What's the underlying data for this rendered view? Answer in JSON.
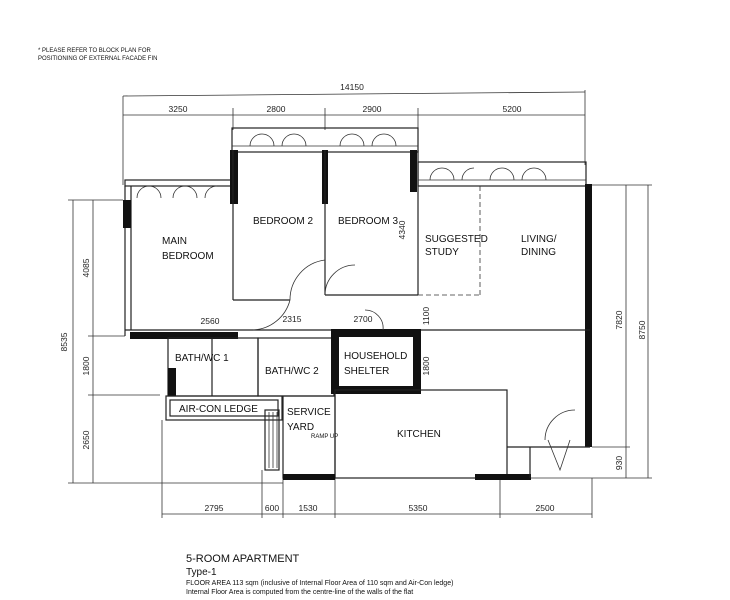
{
  "note": [
    "* PLEASE REFER TO BLOCK PLAN FOR",
    "POSITIONING OF EXTERNAL FACADE FIN"
  ],
  "rooms": {
    "main_bedroom": [
      "MAIN",
      "BEDROOM"
    ],
    "bedroom2": "BEDROOM 2",
    "bedroom3": "BEDROOM 3",
    "study": [
      "SUGGESTED",
      "STUDY"
    ],
    "living": [
      "LIVING/",
      "DINING"
    ],
    "bath1": "BATH/WC 1",
    "bath2": "BATH/WC 2",
    "shelter": [
      "HOUSEHOLD",
      "SHELTER"
    ],
    "aircon": "AIR-CON LEDGE",
    "service": [
      "SERVICE",
      "YARD"
    ],
    "kitchen": "KITCHEN",
    "ramp": "RAMP UP"
  },
  "dimensions": {
    "top_total": "14150",
    "top": [
      "3250",
      "2800",
      "2900",
      "5200"
    ],
    "bottom": [
      "2795",
      "600",
      "1530",
      "5350",
      "2500"
    ],
    "left_total": "8535",
    "left": [
      "4085",
      "1800",
      "2650"
    ],
    "right": [
      "7820",
      "8750",
      "930"
    ],
    "inner": [
      "2560",
      "2315",
      "2700",
      "4340",
      "1100",
      "1800"
    ]
  },
  "caption": {
    "title": "5-ROOM APARTMENT",
    "type": "Type-1",
    "area": "FLOOR AREA 113 sqm (inclusive of Internal Floor Area of 110 sqm and Air-Con ledge)",
    "area_note": "Internal Floor Area is computed from the centre-line of the walls of the flat"
  }
}
